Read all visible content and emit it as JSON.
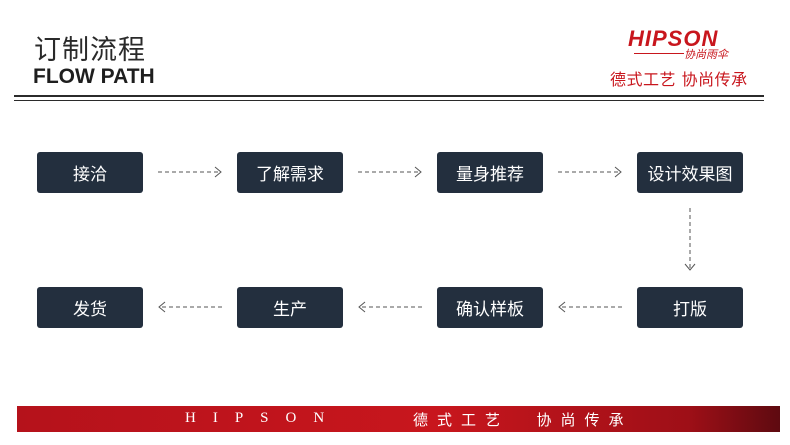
{
  "header": {
    "title_cn": "订制流程",
    "title_en": "FLOW PATH",
    "logo_text": "HIPSON",
    "logo_sub": "协尚雨伞",
    "slogan": "德式工艺 协尚传承"
  },
  "steps": [
    {
      "label": "接洽"
    },
    {
      "label": "了解需求"
    },
    {
      "label": "量身推荐"
    },
    {
      "label": "设计效果图"
    },
    {
      "label": "打版"
    },
    {
      "label": "确认样板"
    },
    {
      "label": "生产"
    },
    {
      "label": "发货"
    }
  ],
  "footer": {
    "brand": "HIPSON",
    "slogan": "德式工艺  协尚传承"
  },
  "colors": {
    "accent": "#c8161d",
    "step_bg": "#232f3e",
    "arrow": "#555555"
  }
}
